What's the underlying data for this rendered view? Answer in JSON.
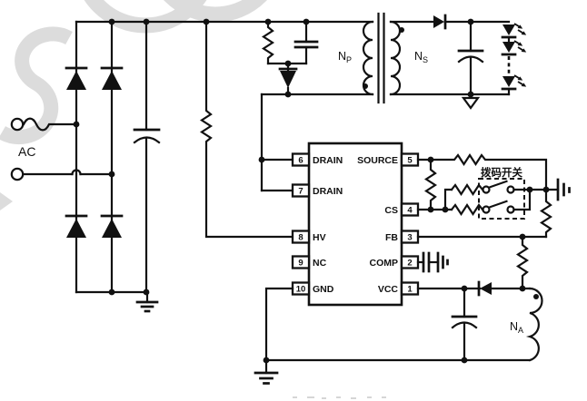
{
  "ac": {
    "label": "AC"
  },
  "transformer": {
    "primary": {
      "base": "N",
      "sub": "P"
    },
    "secondary": {
      "base": "N",
      "sub": "S"
    },
    "aux": {
      "base": "N",
      "sub": "A"
    }
  },
  "ic": {
    "left_pins": [
      {
        "num": "6",
        "name": "DRAIN"
      },
      {
        "num": "7",
        "name": "DRAIN"
      },
      {
        "num": "8",
        "name": "HV"
      },
      {
        "num": "9",
        "name": "NC"
      },
      {
        "num": "10",
        "name": "GND"
      }
    ],
    "right_pins": [
      {
        "num": "5",
        "name": "SOURCE"
      },
      {
        "num": "4",
        "name": "CS"
      },
      {
        "num": "3",
        "name": "FB"
      },
      {
        "num": "2",
        "name": "COMP"
      },
      {
        "num": "1",
        "name": "VCC"
      }
    ]
  },
  "dip_switch": {
    "label": "拨码开关"
  },
  "colors": {
    "line": "#111111",
    "watermark": "#dcdcdc",
    "background": "#ffffff"
  }
}
